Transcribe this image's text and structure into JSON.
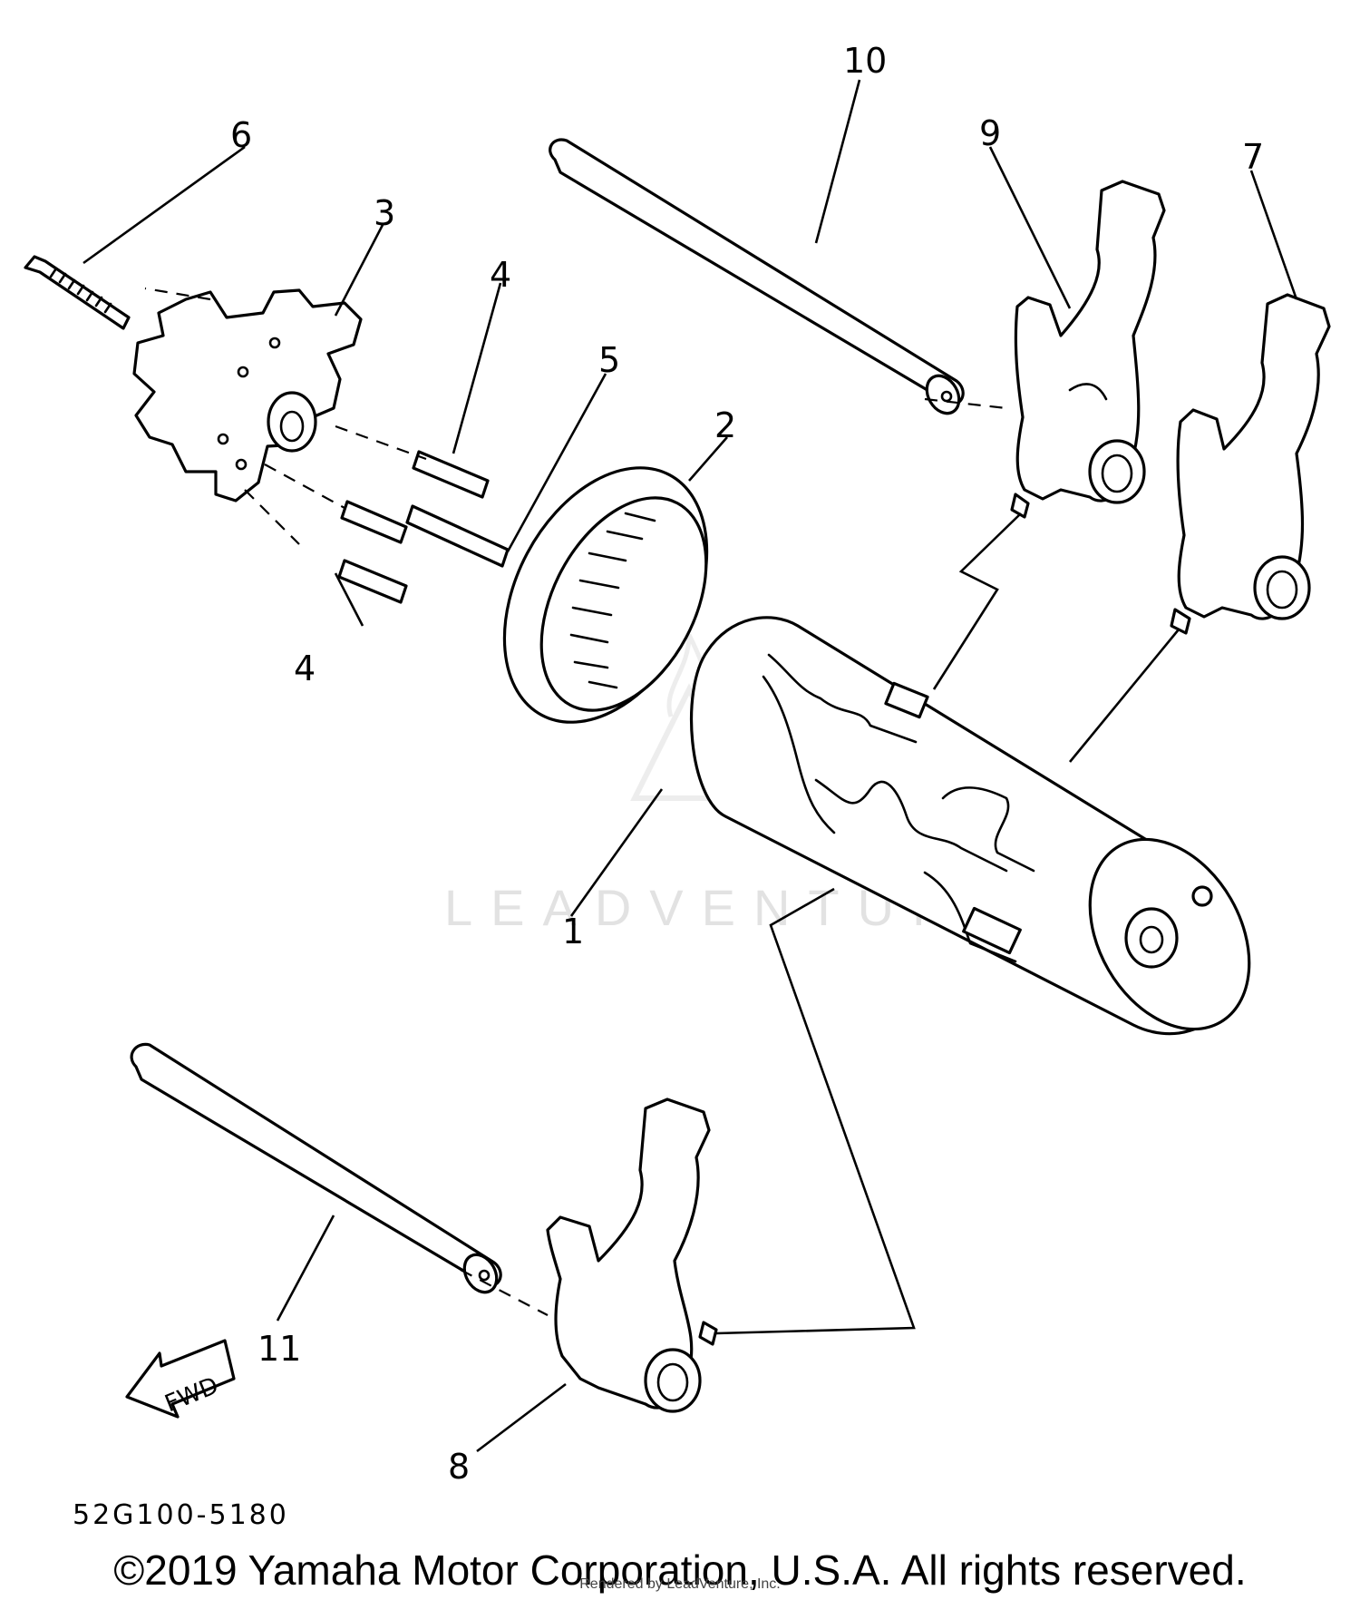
{
  "diagram": {
    "callouts": {
      "c1": "1",
      "c2": "2",
      "c3": "3",
      "c4a": "4",
      "c4b": "4",
      "c5": "5",
      "c6": "6",
      "c7": "7",
      "c8": "8",
      "c9": "9",
      "c10": "10",
      "c11": "11"
    },
    "fwd_label": "FWD",
    "diagram_code": "52G100-5180",
    "watermark": "LEADVENTURE"
  },
  "footer": {
    "copyright": "©2019 Yamaha Motor Corporation, U.S.A. All rights reserved.",
    "rendered_by": "Rendered by LeadVenture, Inc."
  }
}
